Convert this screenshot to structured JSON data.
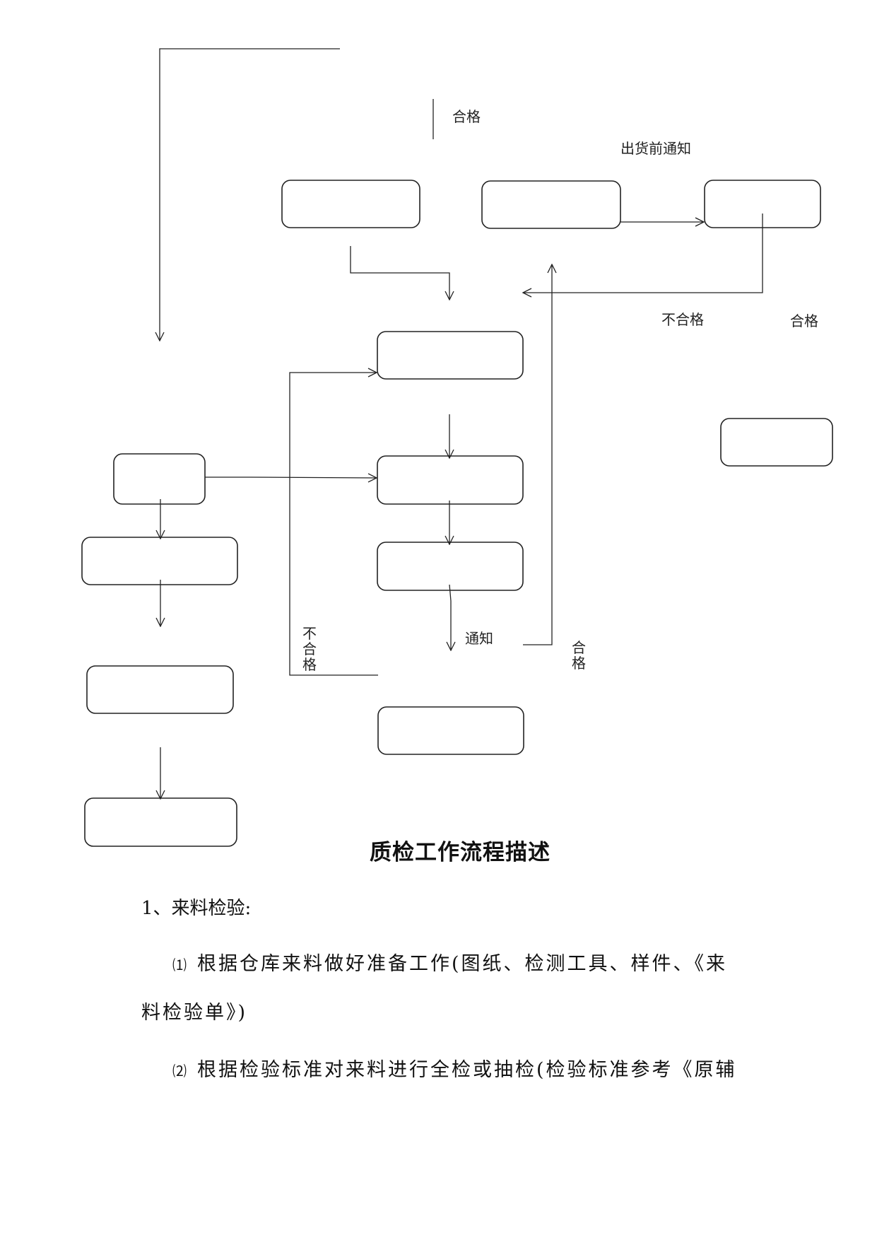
{
  "flowchart": {
    "labels": {
      "pass_top": "合格",
      "pre_shipment_notice": "出货前通知",
      "fail_right": "不合格",
      "pass_right": "合格",
      "fail_left": "不合格",
      "notice": "通知",
      "pass_middle": "合格"
    }
  },
  "document": {
    "title": "质检工作流程描述",
    "section_1": "1、来料检验:",
    "item_1_num": "⑴",
    "item_1_text": "根据仓库来料做好准备工作(图纸、检测工具、样件、《来料检验单》)",
    "item_2_num": "⑵",
    "item_2_text": "根据检验标准对来料进行全检或抽检(检验标准参考《原辅"
  }
}
